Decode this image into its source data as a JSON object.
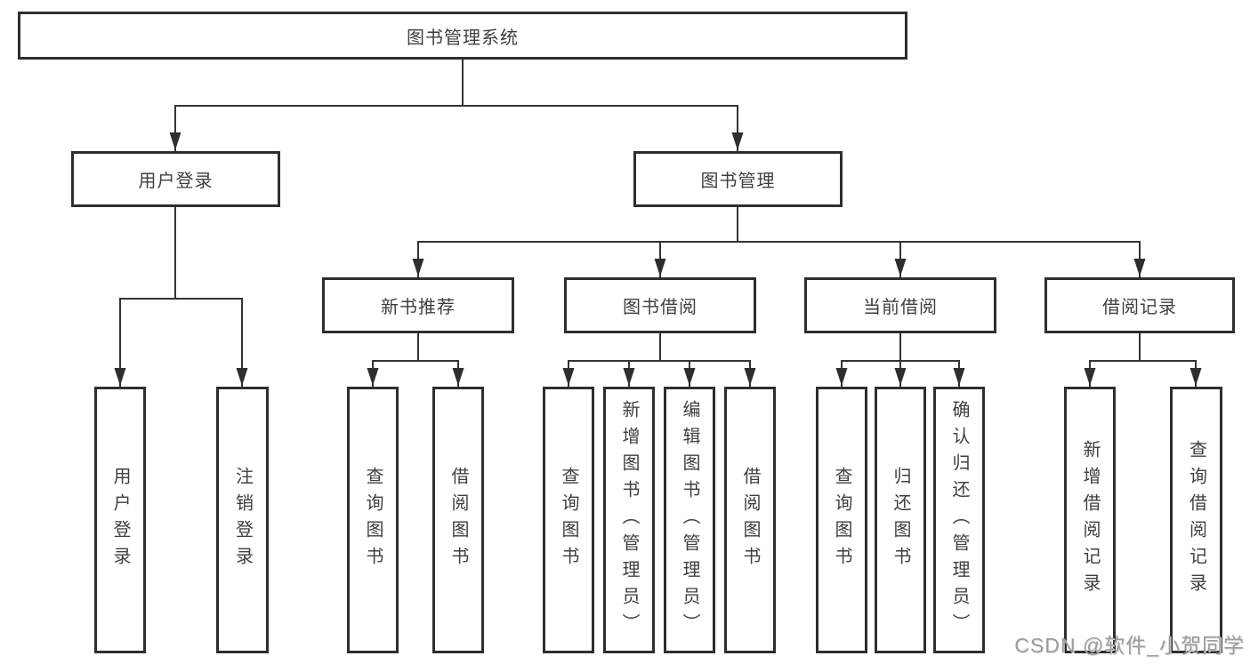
{
  "nodes": {
    "root": "图书管理系统",
    "user_login": "用户登录",
    "book_management": "图书管理",
    "new_book_recommend": "新书推荐",
    "book_borrow": "图书借阅",
    "current_borrow": "当前借阅",
    "borrow_records": "借阅记录",
    "leaf_user_login": "用户登录",
    "leaf_logout": "注销登录",
    "leaf_rec_query_books": "查询图书",
    "leaf_rec_borrow_books": "借阅图书",
    "leaf_bor_query_books": "查询图书",
    "leaf_bor_add_books": "新增图书（管理员）",
    "leaf_bor_edit_books": "编辑图书（管理员）",
    "leaf_bor_borrow_books": "借阅图书",
    "leaf_cur_query_books": "查询图书",
    "leaf_cur_return_books": "归还图书",
    "leaf_cur_confirm_return": "确认归还（管理员）",
    "leaf_rcd_add_record": "新增借阅记录",
    "leaf_rcd_query_record": "查询借阅记录"
  },
  "watermark": {
    "text": "CSDN @软件_小贺同学"
  },
  "colors": {
    "line": "#333333",
    "box_border": "#2e2e2e",
    "text": "#3f3f3f",
    "watermark": "#9c9c9c",
    "background": "#ffffff"
  }
}
